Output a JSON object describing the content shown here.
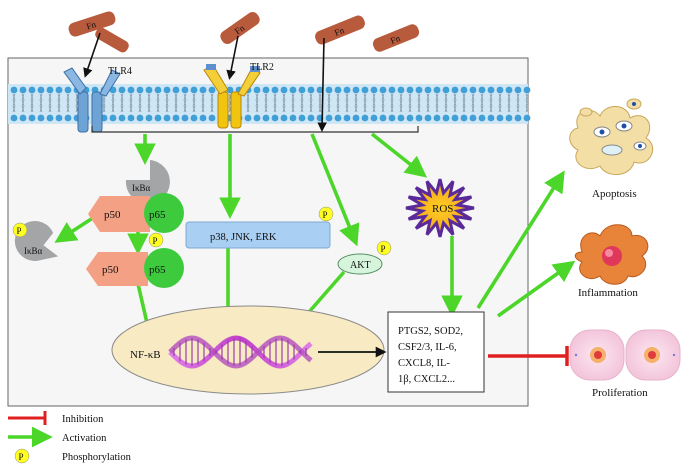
{
  "bacteria": [
    "Fn",
    "Fn",
    "Fn",
    "Fn",
    "Fn"
  ],
  "receptors": {
    "tlr4": "TLR4",
    "tlr2": "TLR2"
  },
  "nfkb_pathway": {
    "ikba_bound": "IκBα",
    "ikba_released": "IκBα",
    "p50_top": "p50",
    "p65_top": "p65",
    "p50_bottom": "p50",
    "p65_bottom": "p65"
  },
  "mapk": {
    "label": "p38, JNK, ERK"
  },
  "akt": {
    "label": "AKT"
  },
  "ros": {
    "label": "ROS"
  },
  "phospho_mark": "P",
  "nucleus": {
    "label": "NF-κB"
  },
  "genes": {
    "line1": "PTGS2, SOD2,",
    "line2": "CSF2/3, IL-6,",
    "line3": "CXCL8, IL-",
    "line4": "1β, CXCL2..."
  },
  "outcomes": {
    "apoptosis": "Apoptosis",
    "inflammation": "Inflammation",
    "proliferation": "Proliferation"
  },
  "legend": {
    "inhibition": "Inhibition",
    "activation": "Activation",
    "phosphorylation": "Phosphorylation"
  },
  "colors": {
    "activation": "#4cd62a",
    "inhibition": "#e02020",
    "phospho": "#ffff22",
    "p50": "#f4a084",
    "p65": "#3dcb3d",
    "ikba": "#a3a5a7",
    "mapk_box": "#a9cff2",
    "akt_oval": "#d6f5dc",
    "nucleus": "#f8ebc3",
    "bacteria": "#b85a3c"
  }
}
